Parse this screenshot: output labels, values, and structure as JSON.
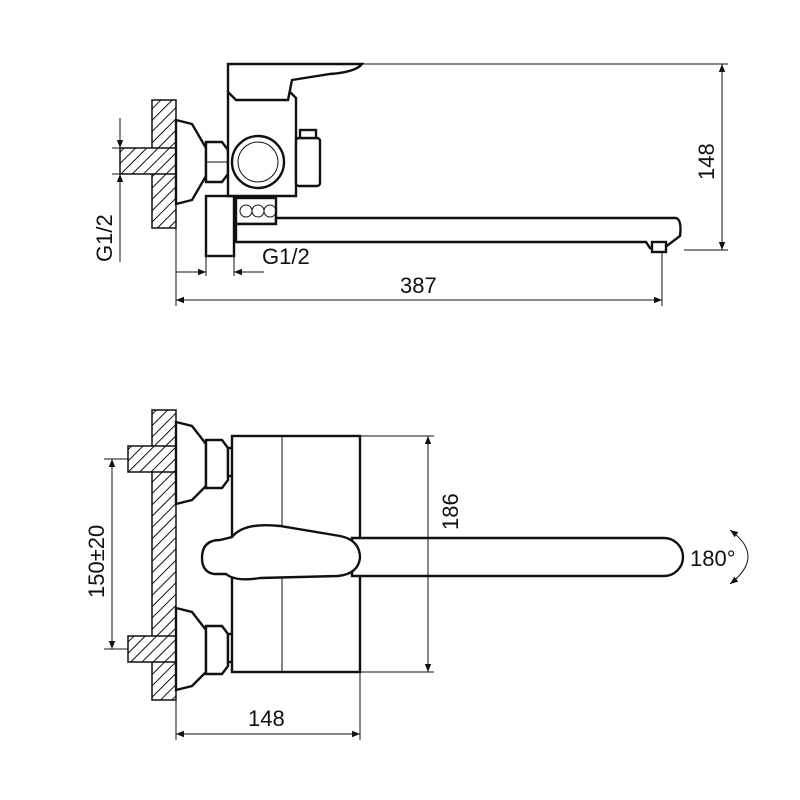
{
  "top_view": {
    "thread_vertical": "G1/2",
    "thread_horizontal": "G1/2",
    "length": "387",
    "height": "148"
  },
  "front_view": {
    "inlet_spacing": "150±20",
    "body_height": "186",
    "projection": "148",
    "rotation": "180°"
  }
}
